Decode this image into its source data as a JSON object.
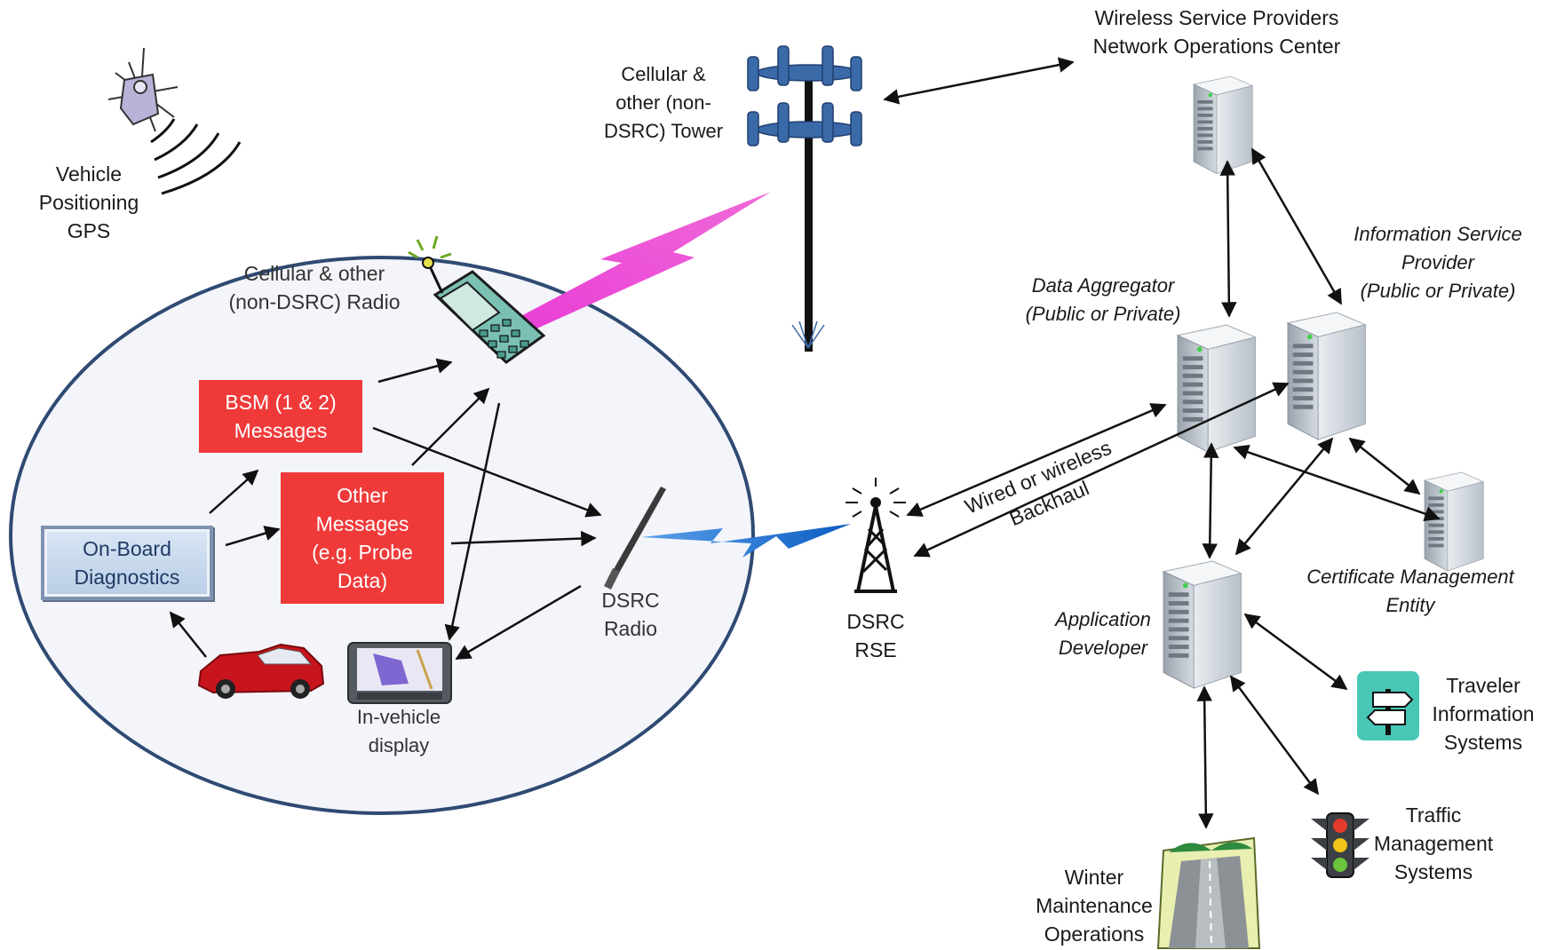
{
  "gps": {
    "lines": [
      "Vehicle",
      "Positioning",
      "GPS"
    ]
  },
  "tower": {
    "lines": [
      "Cellular &",
      "other (non-",
      "DSRC) Tower"
    ]
  },
  "wspnoc": {
    "lines": [
      "Wireless Service Providers",
      "Network Operations Center"
    ]
  },
  "cell_radio": {
    "lines": [
      "Cellular & other",
      "(non-DSRC) Radio"
    ]
  },
  "bsm": {
    "lines": [
      "BSM (1 & 2)",
      "Messages"
    ]
  },
  "other_msgs": {
    "lines": [
      "Other",
      "Messages",
      "(e.g. Probe",
      "Data)"
    ]
  },
  "obd": {
    "lines": [
      "On-Board",
      "Diagnostics"
    ]
  },
  "dsrc_radio": {
    "lines": [
      "DSRC",
      "Radio"
    ]
  },
  "display": {
    "lines": [
      "In-vehicle",
      "display"
    ]
  },
  "rse": {
    "lines": [
      "DSRC",
      "RSE"
    ]
  },
  "backhaul": {
    "lines": [
      "Wired or wireless",
      "Backhaul"
    ]
  },
  "data_agg": {
    "lines": [
      "Data Aggregator",
      "(Public or Private)"
    ]
  },
  "isp": {
    "lines": [
      "Information Service",
      "Provider",
      "(Public or Private)"
    ]
  },
  "cme": {
    "lines": [
      "Certificate Management",
      "Entity"
    ]
  },
  "app_dev": {
    "lines": [
      "Application",
      "Developer"
    ]
  },
  "tis": {
    "lines": [
      "Traveler",
      "Information",
      "Systems"
    ]
  },
  "tms": {
    "lines": [
      "Traffic",
      "Management",
      "Systems"
    ]
  },
  "wmo": {
    "lines": [
      "Winter",
      "Maintenance",
      "Operations"
    ]
  },
  "colors": {
    "message_box": "#f03a3a",
    "cellular_signal": "#e83ad6",
    "dsrc_signal": "#1e6fd0",
    "vehicle_zone": "#f3f5fa",
    "zone_border": "#2f4a73"
  }
}
